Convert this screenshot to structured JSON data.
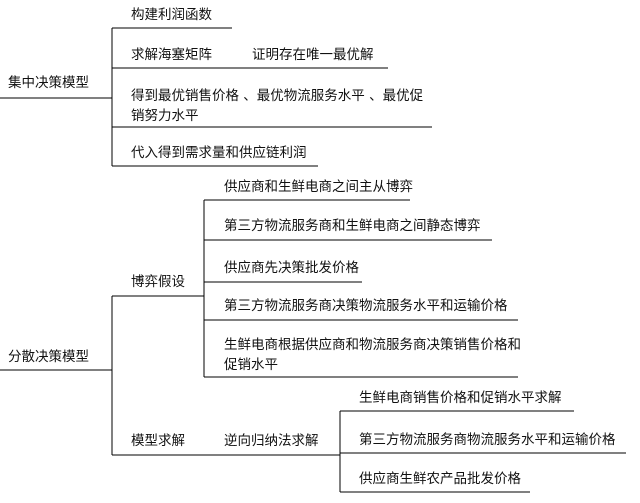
{
  "root_left": {
    "centralized": "集中决策模型",
    "decentralized": "分散决策模型"
  },
  "centralized_steps": [
    "构建利润函数",
    "求解海塞矩阵",
    "证明存在唯一最优解",
    "得到最优销售价格 、最优物流服务水平 、最优促销努力水平",
    "代入得到需求量和供应链利润"
  ],
  "decentralized": {
    "game_assumption": "博弈假设",
    "game_items": [
      "供应商和生鲜电商之间主从博弈",
      "第三方物流服务商和生鲜电商之间静态博弈",
      "供应商先决策批发价格",
      "第三方物流服务商决策物流服务水平和运输价格",
      "生鲜电商根据供应商和物流服务商决策销售价格和促销水平"
    ],
    "model_solving": "模型求解",
    "backward_induction": "逆向归纳法求解",
    "solve_items": [
      "生鲜电商销售价格和促销水平求解",
      "第三方物流服务商物流服务水平和运输价格",
      "供应商生鲜农产品批发价格"
    ]
  }
}
